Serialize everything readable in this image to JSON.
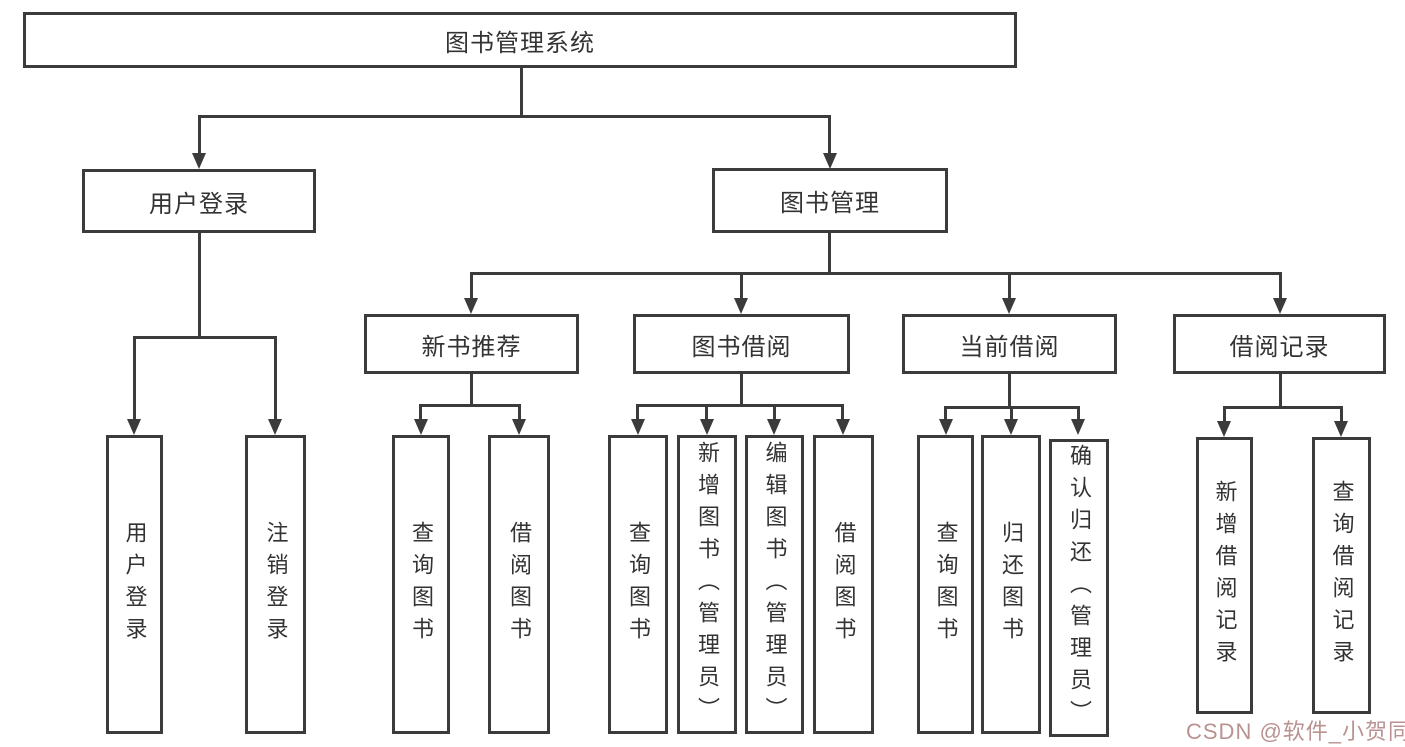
{
  "diagram_title": "图书管理系统",
  "tree": {
    "label": "图书管理系统",
    "children": [
      {
        "label": "用户登录",
        "children": [
          {
            "label": "用户登录"
          },
          {
            "label": "注销登录"
          }
        ]
      },
      {
        "label": "图书管理",
        "children": [
          {
            "label": "新书推荐",
            "children": [
              {
                "label": "查询图书"
              },
              {
                "label": "借阅图书"
              }
            ]
          },
          {
            "label": "图书借阅",
            "children": [
              {
                "label": "查询图书"
              },
              {
                "label": "新增图书（管理员）"
              },
              {
                "label": "编辑图书（管理员）"
              },
              {
                "label": "借阅图书"
              }
            ]
          },
          {
            "label": "当前借阅",
            "children": [
              {
                "label": "查询图书"
              },
              {
                "label": "归还图书"
              },
              {
                "label": "确认归还（管理员）"
              }
            ]
          },
          {
            "label": "借阅记录",
            "children": [
              {
                "label": "新增借阅记录"
              },
              {
                "label": "查询借阅记录"
              }
            ]
          }
        ]
      }
    ]
  },
  "watermark": {
    "text": "CSDN @软件_小贺同学"
  },
  "colors": {
    "line": "#3b3b3b",
    "text": "#333333",
    "background": "#ffffff",
    "watermark": "#ba9292"
  }
}
